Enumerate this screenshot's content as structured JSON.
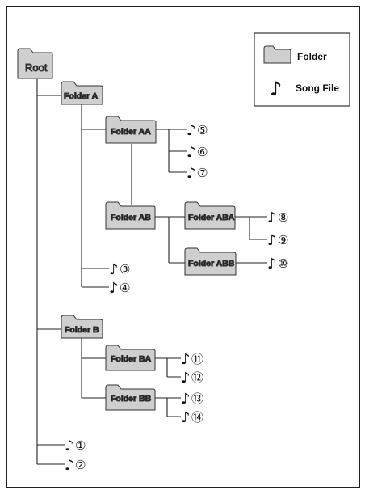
{
  "legend": {
    "folder_label": "Folder",
    "song_label": "Song File",
    "folder_icon": "folder-icon",
    "song_icon": "music-note-icon"
  },
  "colors": {
    "folder_fill": "#cfcfcf",
    "line": "#222222"
  },
  "tree": {
    "root": "Root",
    "folders": {
      "folder_a": "Folder A",
      "folder_aa": "Folder AA",
      "folder_ab": "Folder AB",
      "folder_aba": "Folder ABA",
      "folder_abb": "Folder ABB",
      "folder_b": "Folder B",
      "folder_ba": "Folder BA",
      "folder_bb": "Folder BB"
    },
    "songs": {
      "s1": "①",
      "s2": "②",
      "s3": "③",
      "s4": "④",
      "s5": "⑤",
      "s6": "⑥",
      "s7": "⑦",
      "s8": "⑧",
      "s9": "⑨",
      "s10": "⑩",
      "s11": "⑪",
      "s12": "⑫",
      "s13": "⑬",
      "s14": "⑭"
    }
  }
}
